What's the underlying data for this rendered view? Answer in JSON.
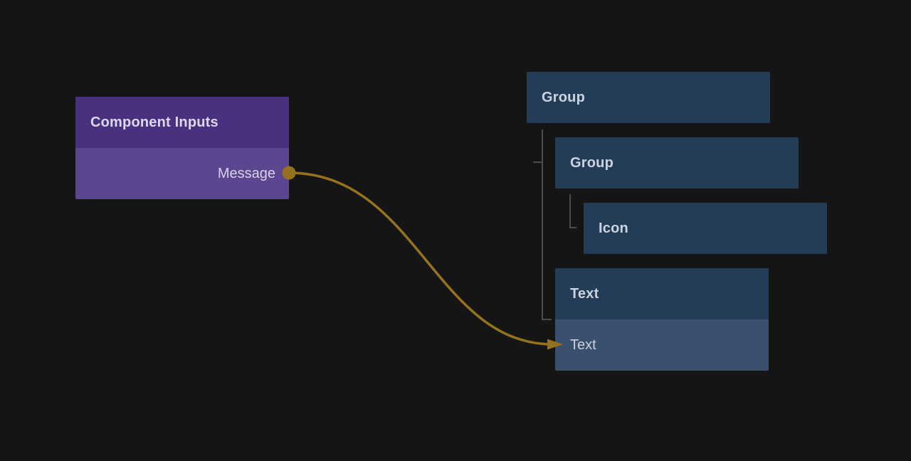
{
  "app": {
    "background_color": "#151515"
  },
  "component_inputs_node": {
    "title": "Component Inputs",
    "header_color": "#4a3180",
    "body_color": "#5d4690",
    "output_port": {
      "label": "Message",
      "port_color": "#96721e"
    }
  },
  "connection": {
    "color": "#96721e",
    "from_port": "Message",
    "to_port": "Text"
  },
  "layer_tree": {
    "line_color": "#4d4d4d",
    "node_color": "#233d59",
    "selected_row_color": "#3b506e",
    "group1": {
      "label": "Group"
    },
    "group2": {
      "label": "Group"
    },
    "icon": {
      "label": "Icon"
    },
    "text": {
      "label": "Text",
      "input_port": {
        "label": "Text"
      }
    }
  }
}
